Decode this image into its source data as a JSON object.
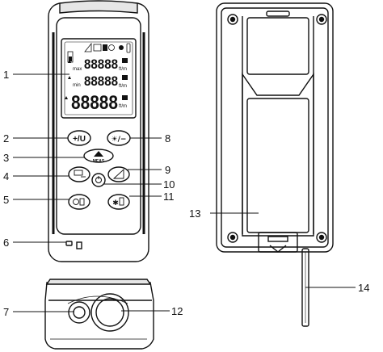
{
  "callouts": [
    "1",
    "2",
    "3",
    "4",
    "5",
    "6",
    "7",
    "8",
    "9",
    "10",
    "11",
    "12",
    "13",
    "14"
  ],
  "lcd": {
    "row1": "88888",
    "row2": "88888",
    "row3": "88888",
    "unit": "ft/m",
    "max": "max",
    "min": "min"
  },
  "keys": {
    "plus_unit": "+/U",
    "light_minus": "☀/−",
    "meas": "MEAS"
  }
}
